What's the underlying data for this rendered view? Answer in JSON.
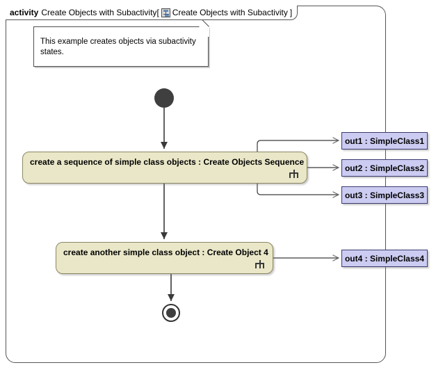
{
  "diagram": {
    "type": "uml-activity-diagram",
    "frame": {
      "keyword": "activity",
      "title": "Create Objects with Subactivity",
      "bracket_open": "[",
      "bracket_close": "]",
      "qualifier": "Create Objects with Subactivity",
      "icon": "activity-diagram-icon"
    },
    "note": {
      "text": "This example creates objects via subactivity states."
    },
    "nodes": {
      "initial": {
        "name": "initial-node",
        "shape": "filled-circle"
      },
      "final": {
        "name": "final-node",
        "shape": "bullseye-circle"
      },
      "actions": [
        {
          "id": "act1",
          "label": "create a sequence of simple class objects : Create Objects Sequence",
          "action_name": "create a sequence of simple class objects",
          "behavior": "Create Objects Sequence",
          "subactivity": true,
          "marker": "rake-icon"
        },
        {
          "id": "act2",
          "label": "create another simple class object : Create Object 4",
          "action_name": "create another simple class object",
          "behavior": "Create Object 4",
          "subactivity": true,
          "marker": "rake-icon"
        }
      ],
      "objects": [
        {
          "id": "obj1",
          "label": "out1 : SimpleClass1",
          "instance": "out1",
          "classifier": "SimpleClass1"
        },
        {
          "id": "obj2",
          "label": "out2 : SimpleClass2",
          "instance": "out2",
          "classifier": "SimpleClass2"
        },
        {
          "id": "obj3",
          "label": "out3 : SimpleClass3",
          "instance": "out3",
          "classifier": "SimpleClass3"
        },
        {
          "id": "obj4",
          "label": "out4 : SimpleClass4",
          "instance": "out4",
          "classifier": "SimpleClass4"
        }
      ]
    },
    "edges": [
      {
        "from": "initial",
        "to": "act1",
        "style": "solid-arrow"
      },
      {
        "from": "act1",
        "to": "act2",
        "style": "solid-arrow"
      },
      {
        "from": "act2",
        "to": "final",
        "style": "solid-arrow"
      },
      {
        "from": "act1",
        "to": "obj1",
        "style": "solid-arrow-open"
      },
      {
        "from": "act1",
        "to": "obj2",
        "style": "solid-arrow-open"
      },
      {
        "from": "act1",
        "to": "obj3",
        "style": "solid-arrow-open"
      },
      {
        "from": "act2",
        "to": "obj4",
        "style": "solid-arrow-open"
      }
    ],
    "colors": {
      "action_fill": "#e9e7c8",
      "action_border": "#8a8763",
      "object_fill": "#ccccf2",
      "object_border": "#3a3a6e",
      "node_fill": "#3f3f3f",
      "frame_border": "#555555",
      "edge": "#3a3a3a",
      "background": "#ffffff"
    }
  }
}
